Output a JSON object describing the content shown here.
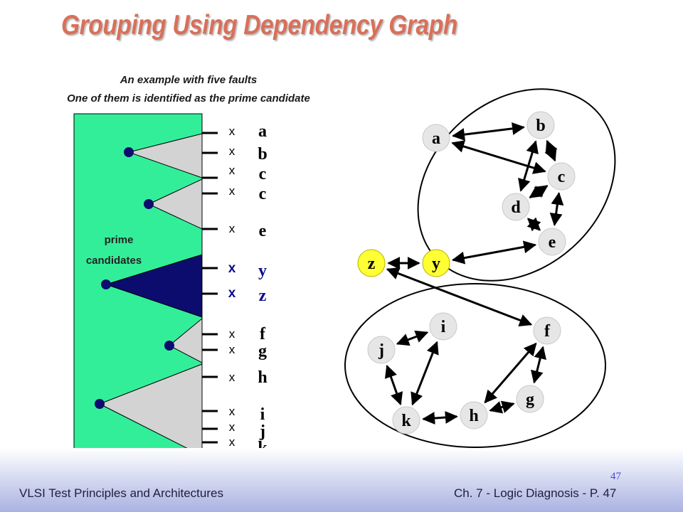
{
  "title": "Grouping Using Dependency Graph",
  "subtitle_line1": "An example with five faults",
  "subtitle_line2": "One of them is identified as the prime candidate",
  "prime_label_line1": "prime",
  "prime_label_line2": "candidates",
  "outputs": [
    {
      "mark": "x",
      "name": "a",
      "highlight": false
    },
    {
      "mark": "x",
      "name": "b",
      "highlight": false
    },
    {
      "mark": "x",
      "name": "c",
      "highlight": false
    },
    {
      "mark": "x",
      "name": "c",
      "highlight": false
    },
    {
      "mark": "x",
      "name": "e",
      "highlight": false
    },
    {
      "mark": "x",
      "name": "y",
      "highlight": true
    },
    {
      "mark": "x",
      "name": "z",
      "highlight": true
    },
    {
      "mark": "x",
      "name": "f",
      "highlight": false
    },
    {
      "mark": "x",
      "name": "g",
      "highlight": false
    },
    {
      "mark": "x",
      "name": "h",
      "highlight": false
    },
    {
      "mark": "x",
      "name": "i",
      "highlight": false
    },
    {
      "mark": "x",
      "name": "j",
      "highlight": false
    },
    {
      "mark": "x",
      "name": "k",
      "highlight": false
    }
  ],
  "graph_nodes": [
    {
      "id": "a",
      "label": "a",
      "highlight": false
    },
    {
      "id": "b",
      "label": "b",
      "highlight": false
    },
    {
      "id": "c",
      "label": "c",
      "highlight": false
    },
    {
      "id": "d",
      "label": "d",
      "highlight": false
    },
    {
      "id": "e",
      "label": "e",
      "highlight": false
    },
    {
      "id": "z",
      "label": "z",
      "highlight": true
    },
    {
      "id": "y",
      "label": "y",
      "highlight": true
    },
    {
      "id": "i",
      "label": "i",
      "highlight": false
    },
    {
      "id": "f",
      "label": "f",
      "highlight": false
    },
    {
      "id": "j",
      "label": "j",
      "highlight": false
    },
    {
      "id": "g",
      "label": "g",
      "highlight": false
    },
    {
      "id": "h",
      "label": "h",
      "highlight": false
    },
    {
      "id": "k",
      "label": "k",
      "highlight": false
    }
  ],
  "graph_edges": [
    {
      "from": "a",
      "to": "b"
    },
    {
      "from": "a",
      "to": "c"
    },
    {
      "from": "b",
      "to": "c"
    },
    {
      "from": "b",
      "to": "d"
    },
    {
      "from": "c",
      "to": "d"
    },
    {
      "from": "c",
      "to": "e"
    },
    {
      "from": "d",
      "to": "e"
    },
    {
      "from": "y",
      "to": "e"
    },
    {
      "from": "z",
      "to": "y"
    },
    {
      "from": "z",
      "to": "f"
    },
    {
      "from": "i",
      "to": "j"
    },
    {
      "from": "i",
      "to": "k"
    },
    {
      "from": "j",
      "to": "k"
    },
    {
      "from": "k",
      "to": "h"
    },
    {
      "from": "h",
      "to": "f"
    },
    {
      "from": "h",
      "to": "g"
    },
    {
      "from": "f",
      "to": "g"
    }
  ],
  "colors": {
    "title": "#d9705a",
    "circuit_fill": "#33ee99",
    "cone_fill": "#d3d3d3",
    "prime_cone_fill": "#0c0c6e",
    "node_fill": "#e6e6e6",
    "highlight_node_fill": "#ffff33",
    "highlight_text": "#0c0c8c"
  },
  "footer": {
    "left": "VLSI Test Principles and Architectures",
    "right": "Ch. 7 - Logic Diagnosis  - P. 47",
    "page_number": "47"
  }
}
